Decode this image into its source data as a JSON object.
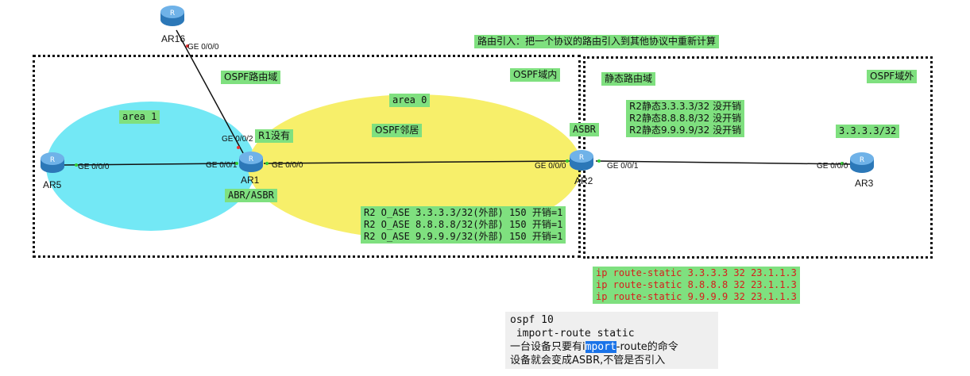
{
  "title_note": "路由引入：把一个协议的路由引入到其他协议中重新计算",
  "domains": {
    "ospf_domain": "OSPF路由域",
    "ospf_inside": "OSPF域内",
    "static_domain": "静态路由域",
    "ospf_outside": "OSPF域外"
  },
  "areas": {
    "area1": "area 1",
    "area0": "area 0"
  },
  "labels": {
    "ospf_neighbor": "OSPF邻居",
    "r1_none": "R1没有",
    "abr_asbr": "ABR/ASBR",
    "asbr": "ASBR",
    "ar3_net": "3.3.3.3/32"
  },
  "r2_static_costs": [
    "R2静态3.3.3.3/32 没开销",
    "R2静态8.8.8.8/32 没开销",
    "R2静态9.9.9.9/32 没开销"
  ],
  "r2_ospf_routes": [
    "R2 O_ASE 3.3.3.3/32(外部) 150 开销=1",
    "R2 O_ASE 8.8.8.8/32(外部) 150 开销=1",
    "R2 O_ASE 9.9.9.9/32(外部) 150 开销=1"
  ],
  "static_cmds": [
    "ip route-static 3.3.3.3 32 23.1.1.3",
    "ip route-static 8.8.8.8 32 23.1.1.3",
    "ip route-static 9.9.9.9 32 23.1.1.3"
  ],
  "ospf_config": {
    "line1": "ospf 10",
    "line2": " import-route static",
    "line3_pre": "一台设备只要有i",
    "line3_hl": "mport",
    "line3_post": "-route的命令",
    "line4": "设备就会变成ASBR,不管是否引入"
  },
  "routers": {
    "ar16": "AR16",
    "ar5": "AR5",
    "ar1": "AR1",
    "ar2": "AR2",
    "ar3": "AR3"
  },
  "ports": {
    "ar16_g000": "GE 0/0/0",
    "ar5_g000": "GE 0/0/0",
    "ar1_g001": "GE 0/0/1",
    "ar1_g002": "GE 0/0/2",
    "ar1_g000": "GE 0/0/0",
    "ar2_g000": "GE 0/0/0",
    "ar2_g001": "GE 0/0/1",
    "ar3_g000": "GE 0/0/0"
  },
  "colors": {
    "area1": "#73e8f5",
    "area0": "#f7ef6a",
    "label_bg": "#7fe07f",
    "router": "#3a8fd0",
    "static_cmd_text": "#d81c1c"
  }
}
